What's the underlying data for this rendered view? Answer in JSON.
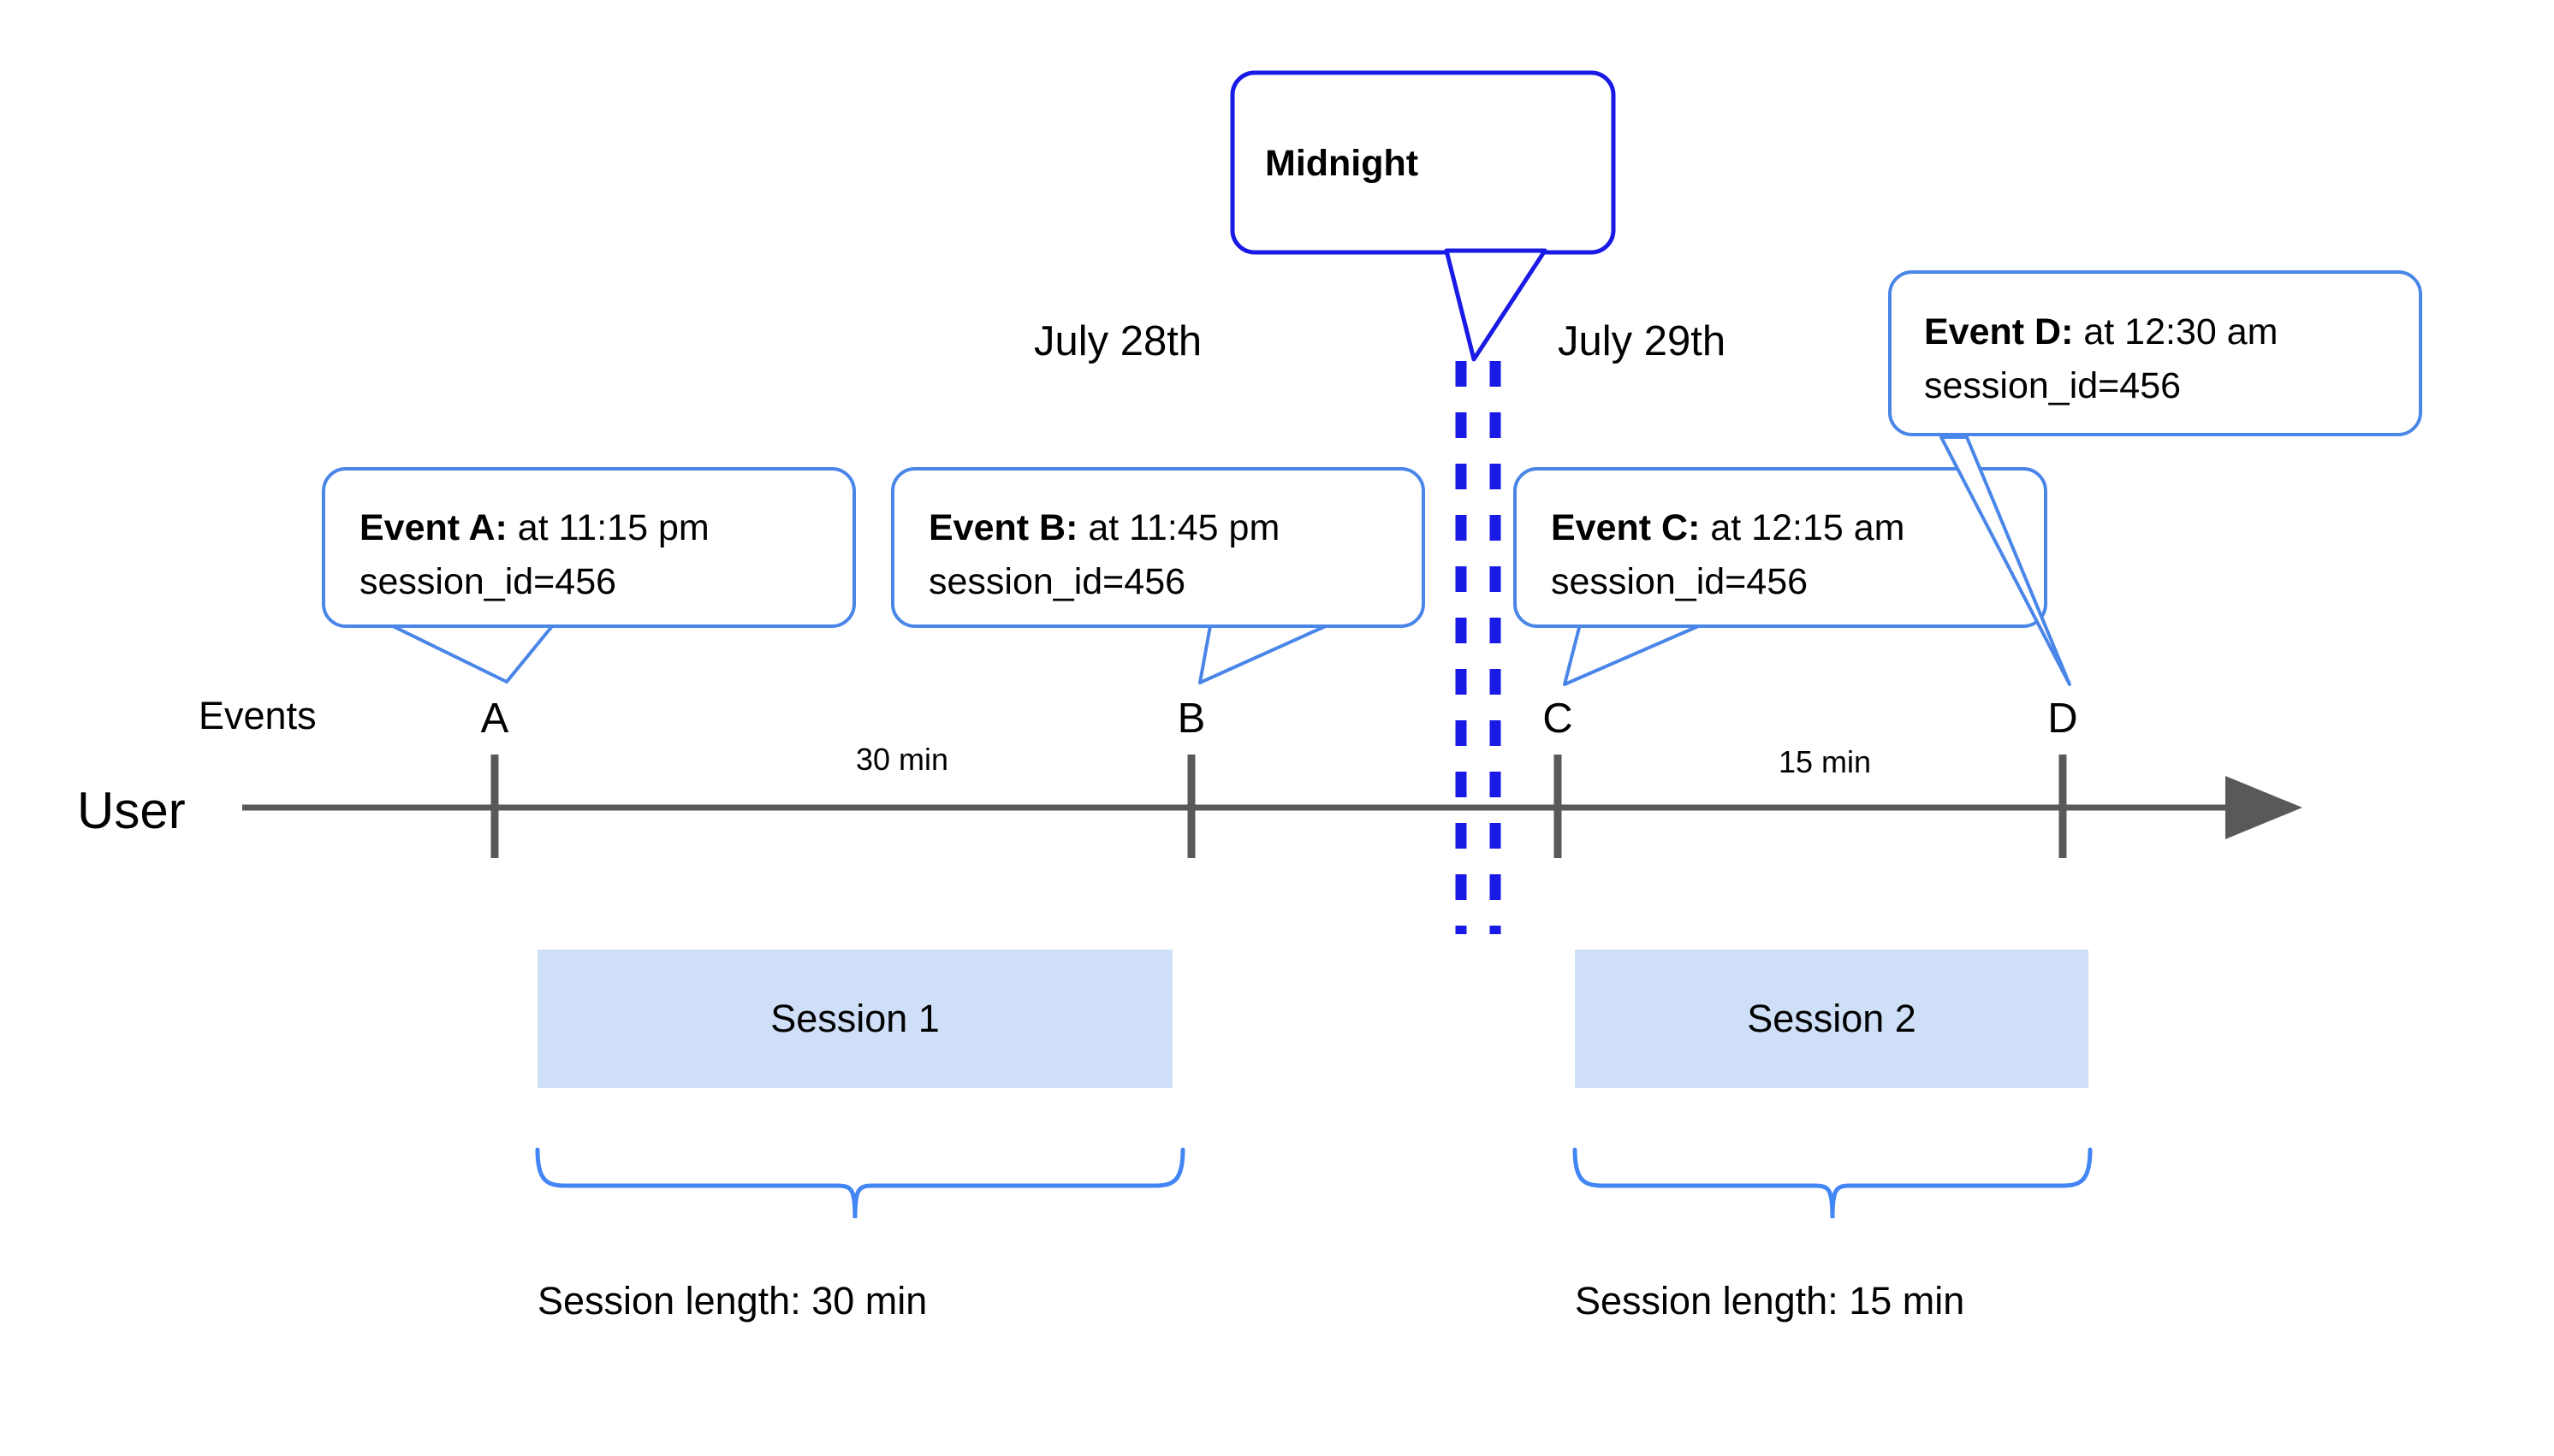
{
  "diagram": {
    "title_callout": {
      "label": "Midnight"
    },
    "lane_labels": {
      "events": "Events",
      "user": "User"
    },
    "dates": [
      {
        "label": "July 28th"
      },
      {
        "label": "July 29th"
      }
    ],
    "events": [
      {
        "marker": "A",
        "bold": "Event A:",
        "time": " at 11:15 pm",
        "session_id": "session_id=456"
      },
      {
        "marker": "B",
        "bold": "Event B:",
        "time": " at 11:45 pm",
        "session_id": "session_id=456"
      },
      {
        "marker": "C",
        "bold": "Event C:",
        "time": " at 12:15 am",
        "session_id": "session_id=456"
      },
      {
        "marker": "D",
        "bold": "Event D:",
        "time": " at 12:30 am",
        "session_id": "session_id=456"
      }
    ],
    "intervals": [
      {
        "label": "30 min"
      },
      {
        "label": "15 min"
      }
    ],
    "sessions": [
      {
        "label": "Session 1",
        "length_label": "Session length: 30 min"
      },
      {
        "label": "Session 2",
        "length_label": "Session length: 15 min"
      }
    ],
    "colors": {
      "callout_border": "#4A86E8",
      "midnight_border": "#1A1AE6",
      "session_fill": "#CFDFF8",
      "axis": "#595959",
      "brace": "#4285F4"
    }
  }
}
